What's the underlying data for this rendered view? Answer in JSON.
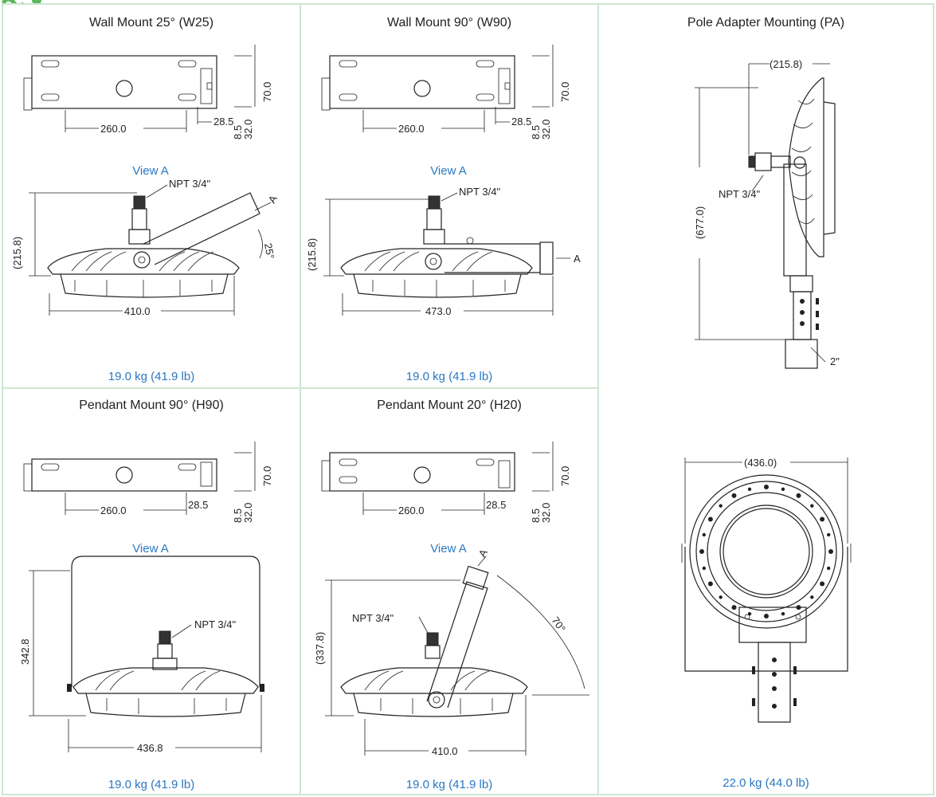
{
  "cells": {
    "w25": {
      "title": "Wall Mount 25° (W25)",
      "weight": "19.0 kg (41.9 lb)",
      "view_label": "View A",
      "dims": {
        "bracket_len": "260.0",
        "slot": "28.5",
        "d1": "8.5",
        "d2": "32.0",
        "d3": "70.0",
        "height": "(215.8)",
        "width": "410.0",
        "thread": "NPT 3/4\"",
        "angle": "25°",
        "arrow": "A"
      }
    },
    "w90": {
      "title": "Wall Mount 90° (W90)",
      "weight": "19.0 kg (41.9 lb)",
      "view_label": "View A",
      "dims": {
        "bracket_len": "260.0",
        "slot": "28.5",
        "d1": "8.5",
        "d2": "32.0",
        "d3": "70.0",
        "height": "(215.8)",
        "width": "473.0",
        "thread": "NPT 3/4\"",
        "arrow": "A"
      }
    },
    "pa": {
      "title": "Pole Adapter Mounting (PA)",
      "weight": "22.0 kg (44.0 lb)",
      "dims": {
        "top": "(215.8)",
        "height": "(677.0)",
        "thread": "NPT 3/4\"",
        "pole": "2\"",
        "dia": "(436.0)"
      }
    },
    "h90": {
      "title": "Pendant Mount 90° (H90)",
      "weight": "19.0 kg (41.9 lb)",
      "view_label": "View A",
      "dims": {
        "bracket_len": "260.0",
        "slot": "28.5",
        "d1": "8.5",
        "d2": "32.0",
        "d3": "70.0",
        "height": "342.8",
        "width": "436.8",
        "thread": "NPT 3/4\""
      }
    },
    "h20": {
      "title": "Pendant Mount 20° (H20)",
      "weight": "19.0 kg (41.9 lb)",
      "view_label": "View A",
      "dims": {
        "bracket_len": "260.0",
        "slot": "28.5",
        "d1": "8.5",
        "d2": "32.0",
        "d3": "70.0",
        "height": "(337.8)",
        "width": "410.0",
        "thread": "NPT 3/4\"",
        "angle": "70°",
        "arrow": "A"
      }
    }
  },
  "colors": {
    "border": "#cfe6d3",
    "weight_text": "#2a78c2",
    "logo": "#5cb85c"
  }
}
